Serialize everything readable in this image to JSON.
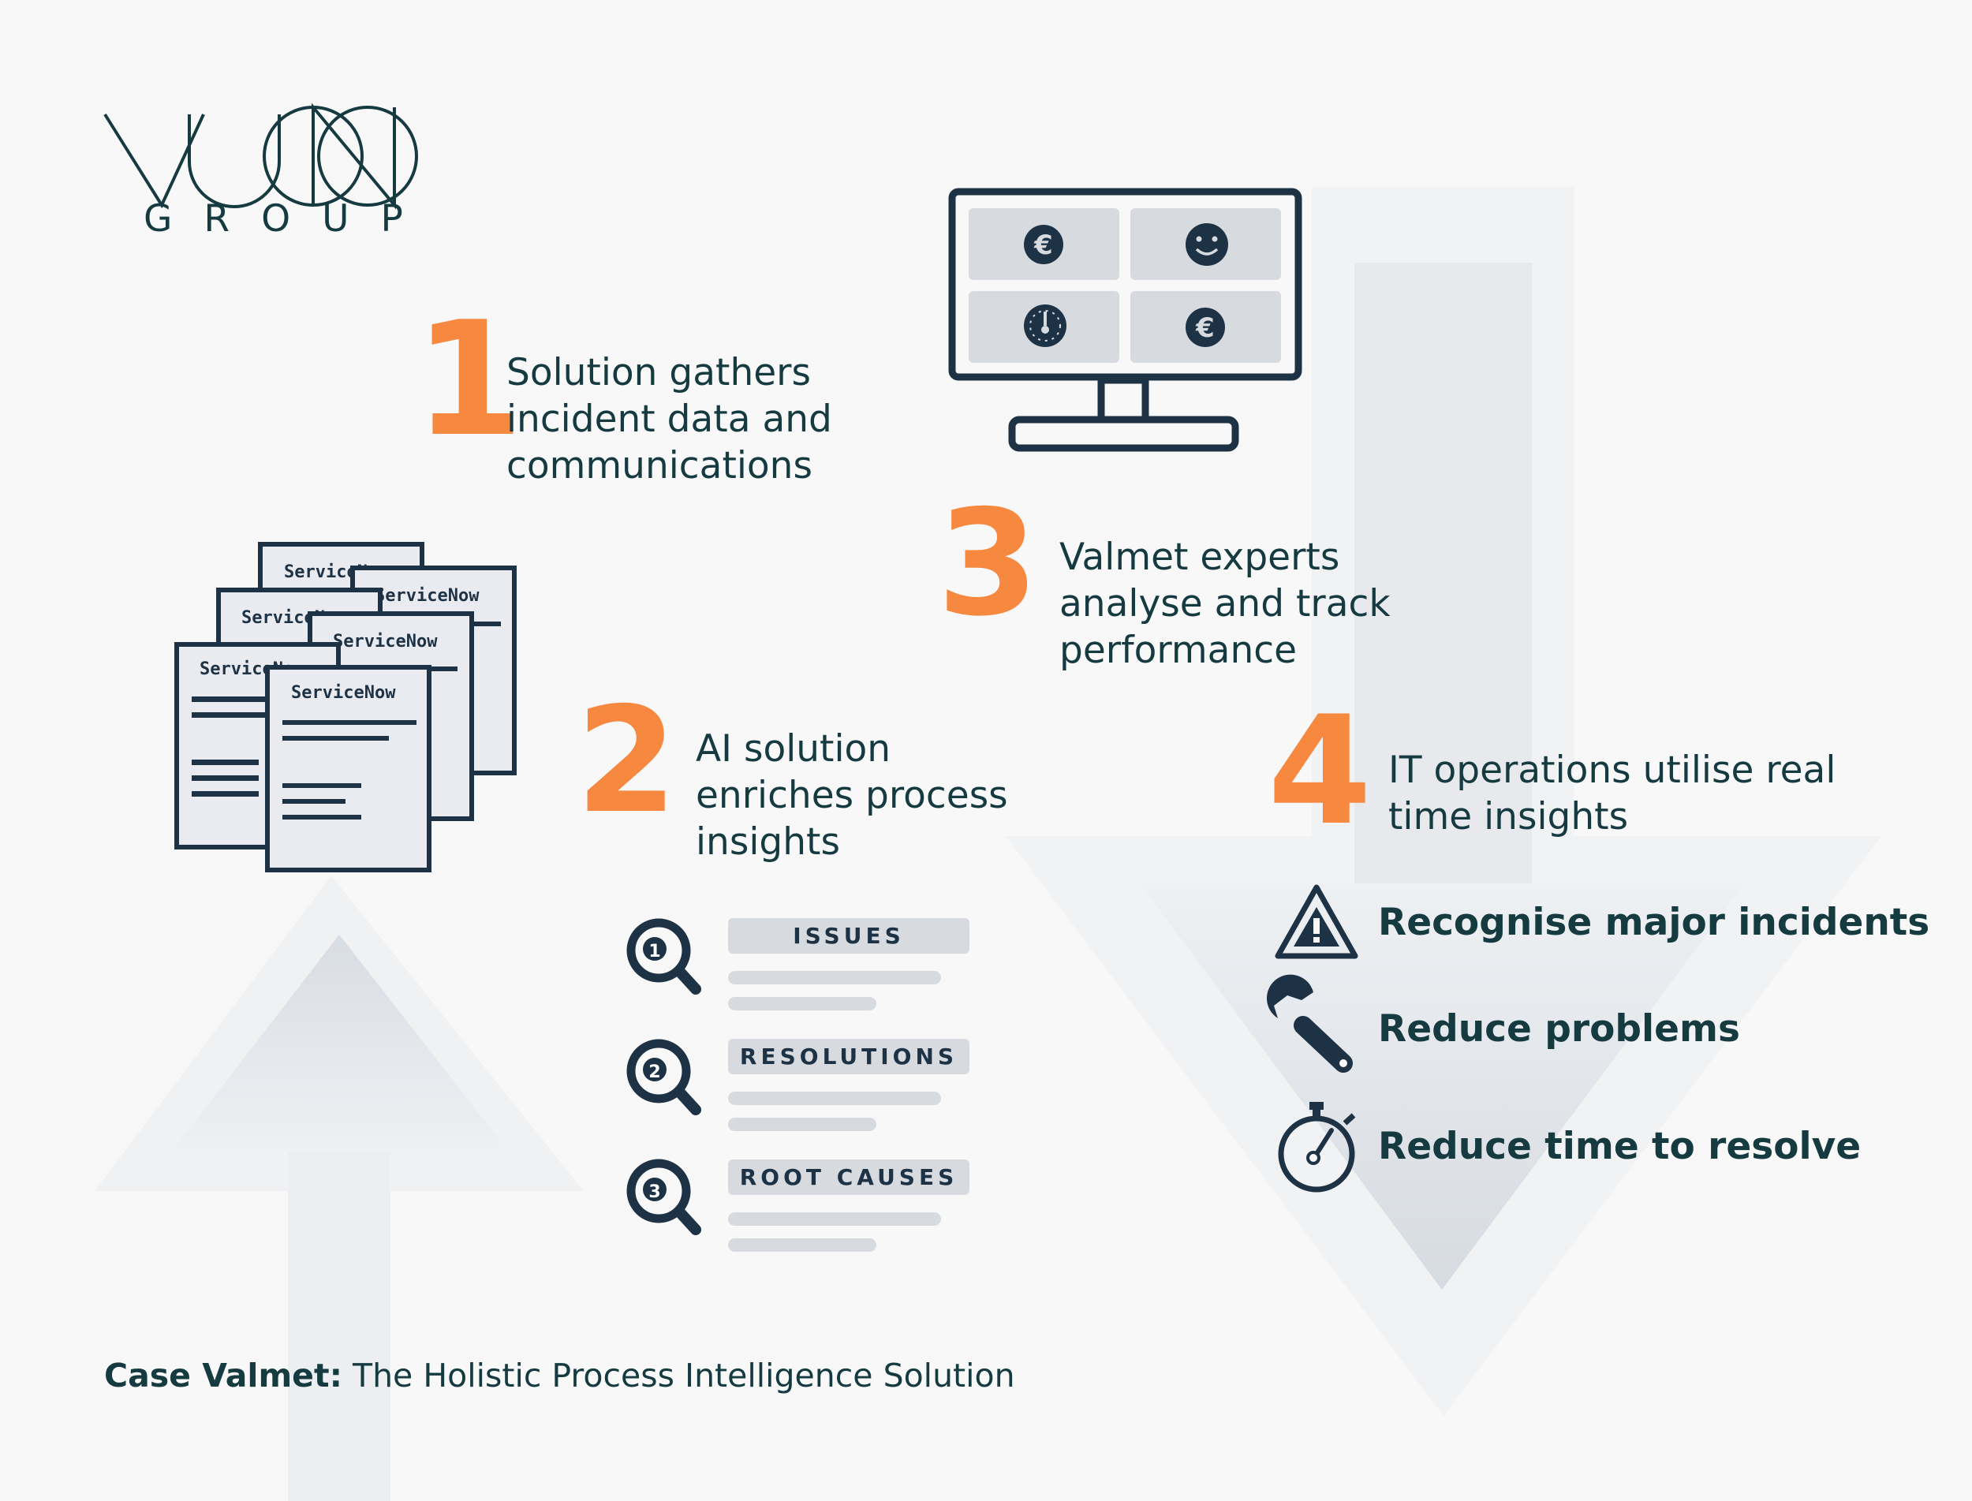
{
  "logo": {
    "brand": "VUONO",
    "group_label": "GROUP"
  },
  "steps": [
    {
      "number": "1",
      "lines": [
        "Solution gathers",
        "incident data and",
        "communications"
      ]
    },
    {
      "number": "2",
      "lines": [
        "AI solution",
        "enriches process",
        "insights"
      ]
    },
    {
      "number": "3",
      "lines": [
        "Valmet experts",
        "analyse and track",
        "performance"
      ]
    },
    {
      "number": "4",
      "lines": [
        "IT operations utilise real",
        "time insights"
      ]
    }
  ],
  "documents": {
    "label": "ServiceNow"
  },
  "insights": [
    {
      "badge": "1",
      "label": "ISSUES"
    },
    {
      "badge": "2",
      "label": "RESOLUTIONS"
    },
    {
      "badge": "3",
      "label": "ROOT CAUSES"
    }
  ],
  "benefits": [
    {
      "icon": "warning-icon",
      "text": "Recognise major incidents"
    },
    {
      "icon": "wrench-icon",
      "text": "Reduce problems"
    },
    {
      "icon": "stopwatch-icon",
      "text": "Reduce time to resolve"
    }
  ],
  "footer": {
    "bold": "Case Valmet:",
    "text": "The Holistic Process Intelligence Solution"
  },
  "colors": {
    "accent": "#f7883f",
    "primary": "#153a40",
    "arrow_light": "#eceef1",
    "arrow_dark": "#d6dbe1"
  }
}
